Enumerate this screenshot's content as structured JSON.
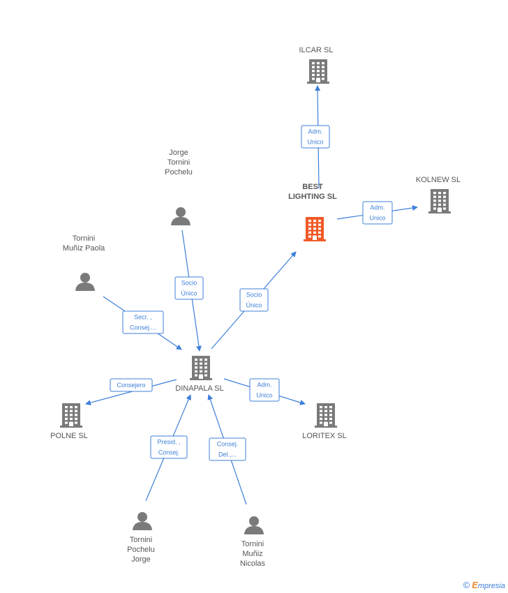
{
  "nodes": {
    "ilcar": {
      "label": [
        "ILCAR SL"
      ],
      "type": "company"
    },
    "kolnew": {
      "label": [
        "KOLNEW SL"
      ],
      "type": "company"
    },
    "best": {
      "label": [
        "BEST",
        "LIGHTING SL"
      ],
      "type": "company",
      "highlight": true,
      "color": "#f05a28"
    },
    "dinapala": {
      "label": [
        "DINAPALA SL"
      ],
      "type": "company"
    },
    "polne": {
      "label": [
        "POLNE SL"
      ],
      "type": "company"
    },
    "loritex": {
      "label": [
        "LORITEX SL"
      ],
      "type": "company"
    },
    "jorge_tp": {
      "label": [
        "Jorge",
        "Tornini",
        "Pochelu"
      ],
      "type": "person"
    },
    "tornini_mp": {
      "label": [
        "Tornini",
        "Muñiz Paola"
      ],
      "type": "person"
    },
    "tornini_pj": {
      "label": [
        "Tornini",
        "Pochelu",
        "Jorge"
      ],
      "type": "person"
    },
    "tornini_mn": {
      "label": [
        "Tornini",
        "Muñiz",
        "Nicolas"
      ],
      "type": "person"
    }
  },
  "edges": [
    {
      "from": "best",
      "to": "ilcar",
      "label": [
        "Adm.",
        "Unico"
      ]
    },
    {
      "from": "best",
      "to": "kolnew",
      "label": [
        "Adm.",
        "Unico"
      ]
    },
    {
      "from": "dinapala",
      "to": "best",
      "label": [
        "Socio",
        "Único"
      ]
    },
    {
      "from": "jorge_tp",
      "to": "dinapala",
      "label": [
        "Socio",
        "Único"
      ]
    },
    {
      "from": "tornini_mp",
      "to": "dinapala",
      "label": [
        "Secr. ,",
        "Consej...."
      ]
    },
    {
      "from": "dinapala",
      "to": "polne",
      "label": [
        "Consejero"
      ]
    },
    {
      "from": "dinapala",
      "to": "loritex",
      "label": [
        "Adm.",
        "Unico"
      ]
    },
    {
      "from": "tornini_pj",
      "to": "dinapala",
      "label": [
        "Presid. ,",
        "Consej."
      ]
    },
    {
      "from": "tornini_mn",
      "to": "dinapala",
      "label": [
        "Consej.",
        "Del.,..."
      ]
    }
  ],
  "colors": {
    "node": "#7a7a7a",
    "highlight": "#f05a28",
    "edge": "#3d7fd9"
  },
  "watermark": {
    "copyright": "©",
    "brand_initial": "E",
    "brand_rest": "mpresia"
  }
}
